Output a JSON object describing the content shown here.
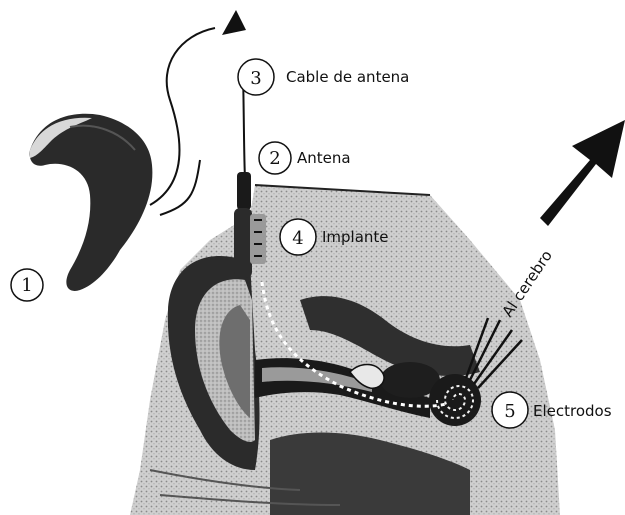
{
  "diagram": {
    "callouts": [
      {
        "number": "1",
        "label": ""
      },
      {
        "number": "2",
        "label": "Antena"
      },
      {
        "number": "3",
        "label": "Cable de antena"
      },
      {
        "number": "4",
        "label": "Implante"
      },
      {
        "number": "5",
        "label": "Electrodos"
      }
    ],
    "brain_direction_label": "Al cerebro",
    "colors": {
      "ink": "#111111",
      "ear_mid": "#9a9a9a",
      "ear_light": "#d4d4d4",
      "ear_dark": "#2b2b2b"
    }
  }
}
